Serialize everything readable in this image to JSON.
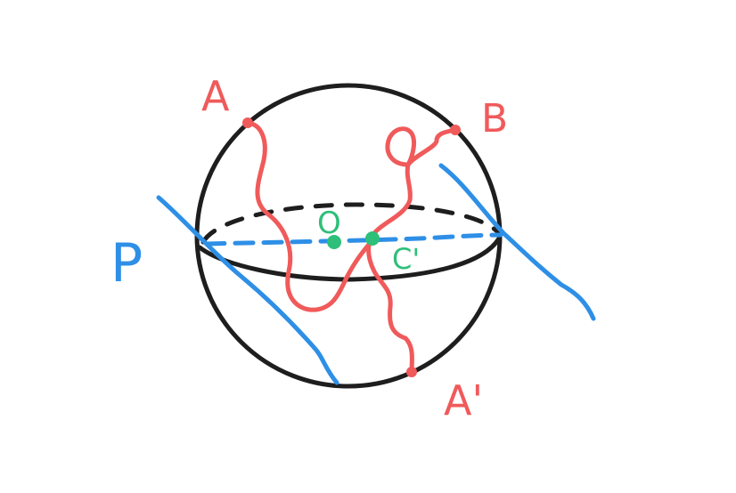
{
  "labels": {
    "point_a": "A",
    "point_b": "B",
    "point_a_prime": "A'",
    "center_o": "O",
    "point_c_prime": "C'",
    "plane_p": "P"
  },
  "colors": {
    "sphere": "#1e1e1e",
    "path": "#f05a5a",
    "plane": "#2e8fe6",
    "center": "#2ebf7a"
  }
}
